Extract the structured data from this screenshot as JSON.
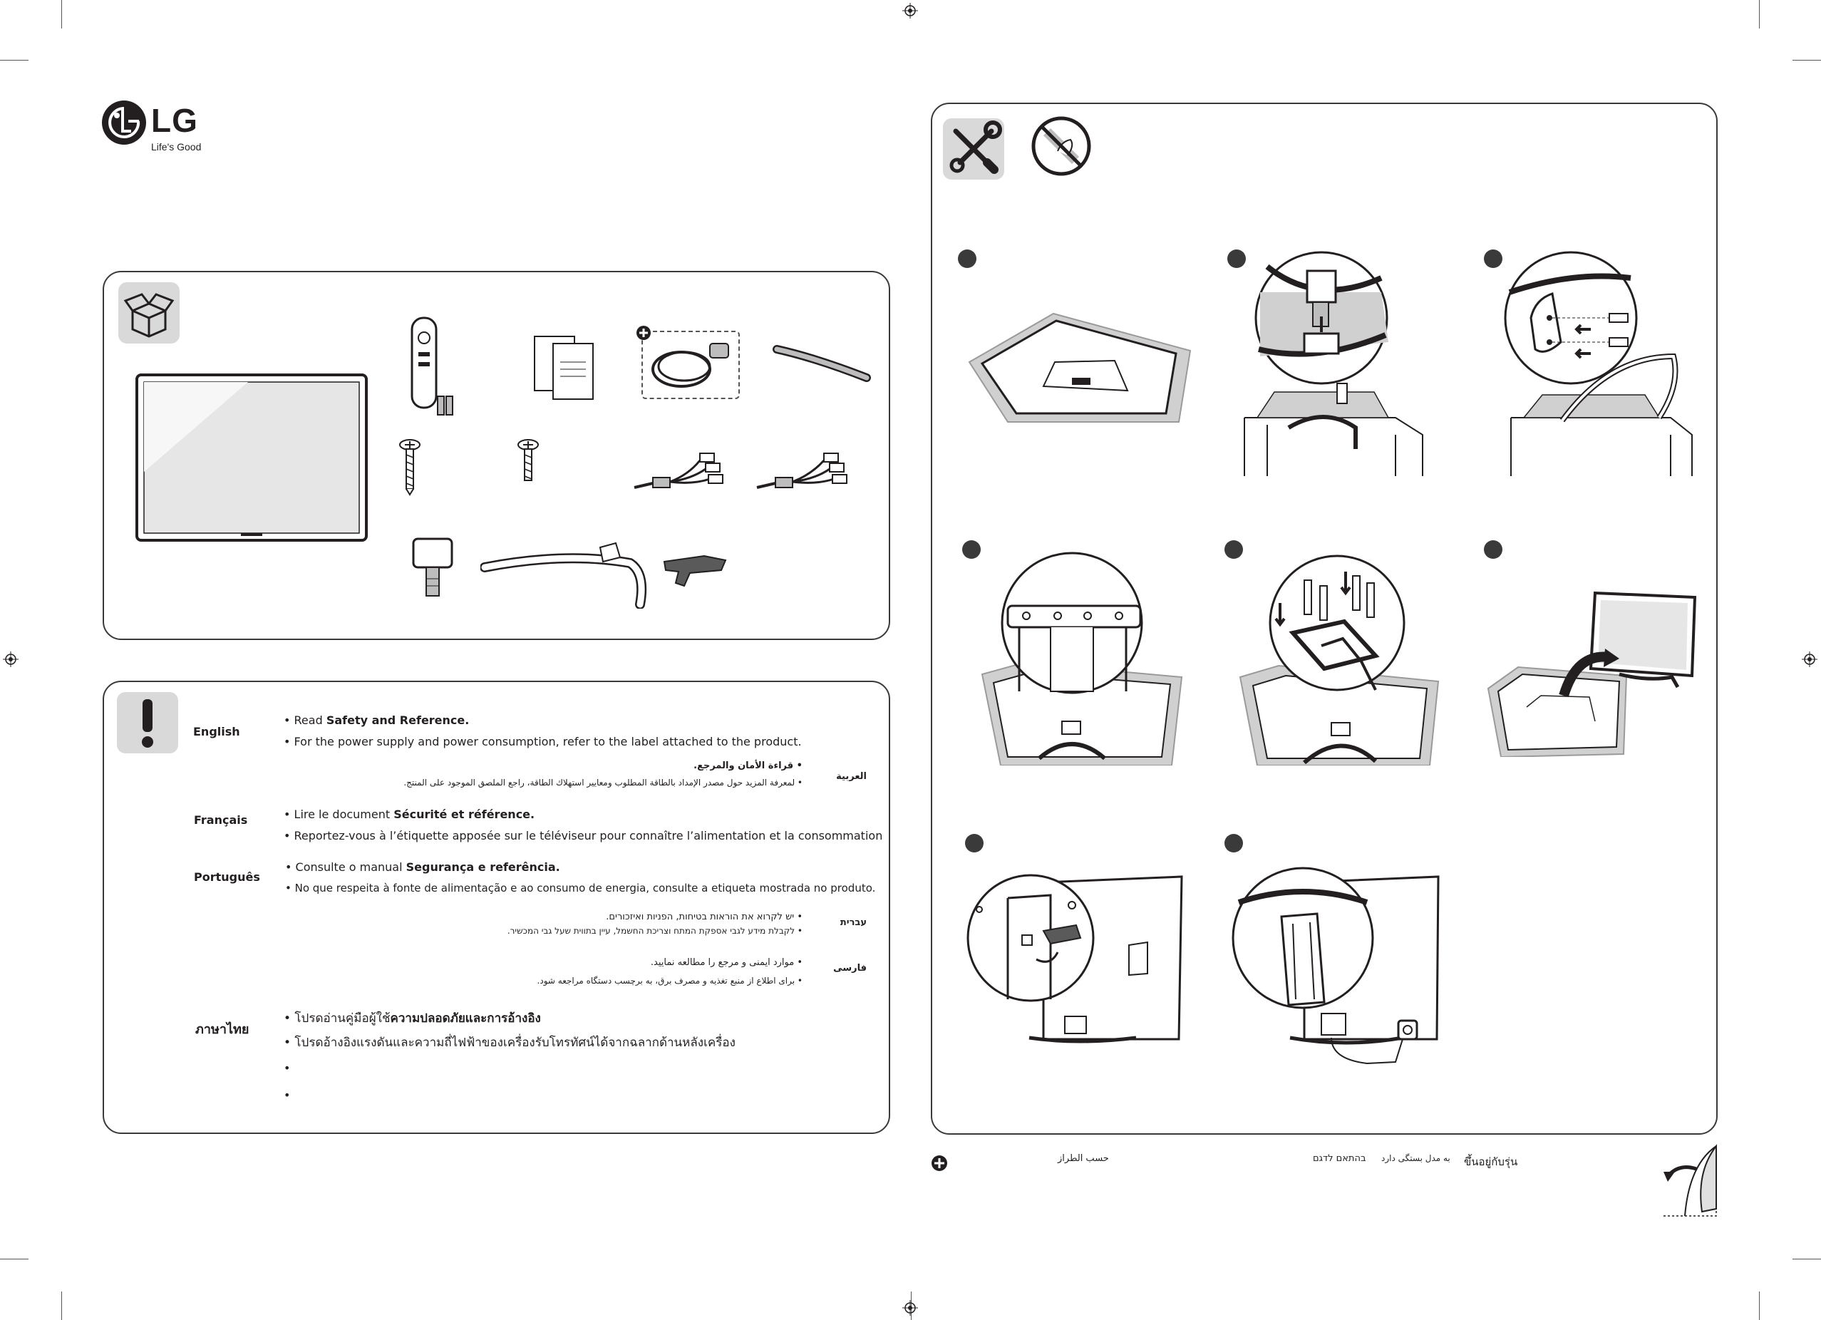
{
  "brand": {
    "logo_text": "LG",
    "tagline": "Life's Good"
  },
  "notes": {
    "english": {
      "label": "English",
      "line1_prefix": "• Read ",
      "line1_bold": "Safety and Reference.",
      "line2": "• For the power supply and power consumption, refer to the label attached to the product."
    },
    "arabic": {
      "label": "العربية",
      "line1": "• قراءة الأمان والمرجع.",
      "line2": "• لمعرفة المزيد حول مصدر الإمداد بالطاقة المطلوب ومعايير استهلاك الطاقة، راجع الملصق الموجود على المنتج."
    },
    "french": {
      "label": "Français",
      "line1_prefix": "• Lire le document ",
      "line1_bold": "Sécurité et référence.",
      "line2": "• Reportez-vous à l’étiquette apposée sur le téléviseur pour connaître l’alimentation et la consommation"
    },
    "portuguese": {
      "label": "Português",
      "line1_prefix": "• Consulte o manual ",
      "line1_bold": "Segurança e referência.",
      "line2": "• No que respeita à fonte de alimentação e ao consumo de energia, consulte a etiqueta mostrada no produto."
    },
    "hebrew": {
      "label": "עברית",
      "line1": "• יש לקרוא את הוראות בטיחות, הפניות ואיזכורים.",
      "line2": "• לקבלת מידע לגבי אספקת המתח וצריכת החשמל, עיין בתווית שעל גבי המכשיר."
    },
    "persian": {
      "label": "فارسی",
      "line1": "• موارد ایمنی و مرجع را مطالعه نمایید.",
      "line2": "• برای اطلاع از منبع تغذیه و مصرف برق، به برچسب دستگاه مراجعه شود."
    },
    "thai": {
      "label": "ภาษาไทย",
      "line1_prefix": "• โปรดอ่านคู่มือผู้ใช้",
      "line1_bold": "ความปลอดภัยและการอ้างอิง",
      "line2": "• โปรดอ้างอิงแรงดันและความถี่ไฟฟ้าของเครื่องรับโทรทัศน์ได้จากฉลากด้านหลังเครื่อง",
      "line3": "•",
      "line4": "•"
    }
  },
  "footer": {
    "arabic": "حسب الطراز",
    "hebrew": "בהתאם לדגם",
    "persian": "به مدل بستگی دارد",
    "thai": "ขึ้นอยู่กับรุ่น"
  },
  "colors": {
    "panel_border": "#3a3a3a",
    "icon_tile": "#d9d9d9",
    "line_art": "#231f20",
    "gray_fill": "#bdbdbd"
  }
}
